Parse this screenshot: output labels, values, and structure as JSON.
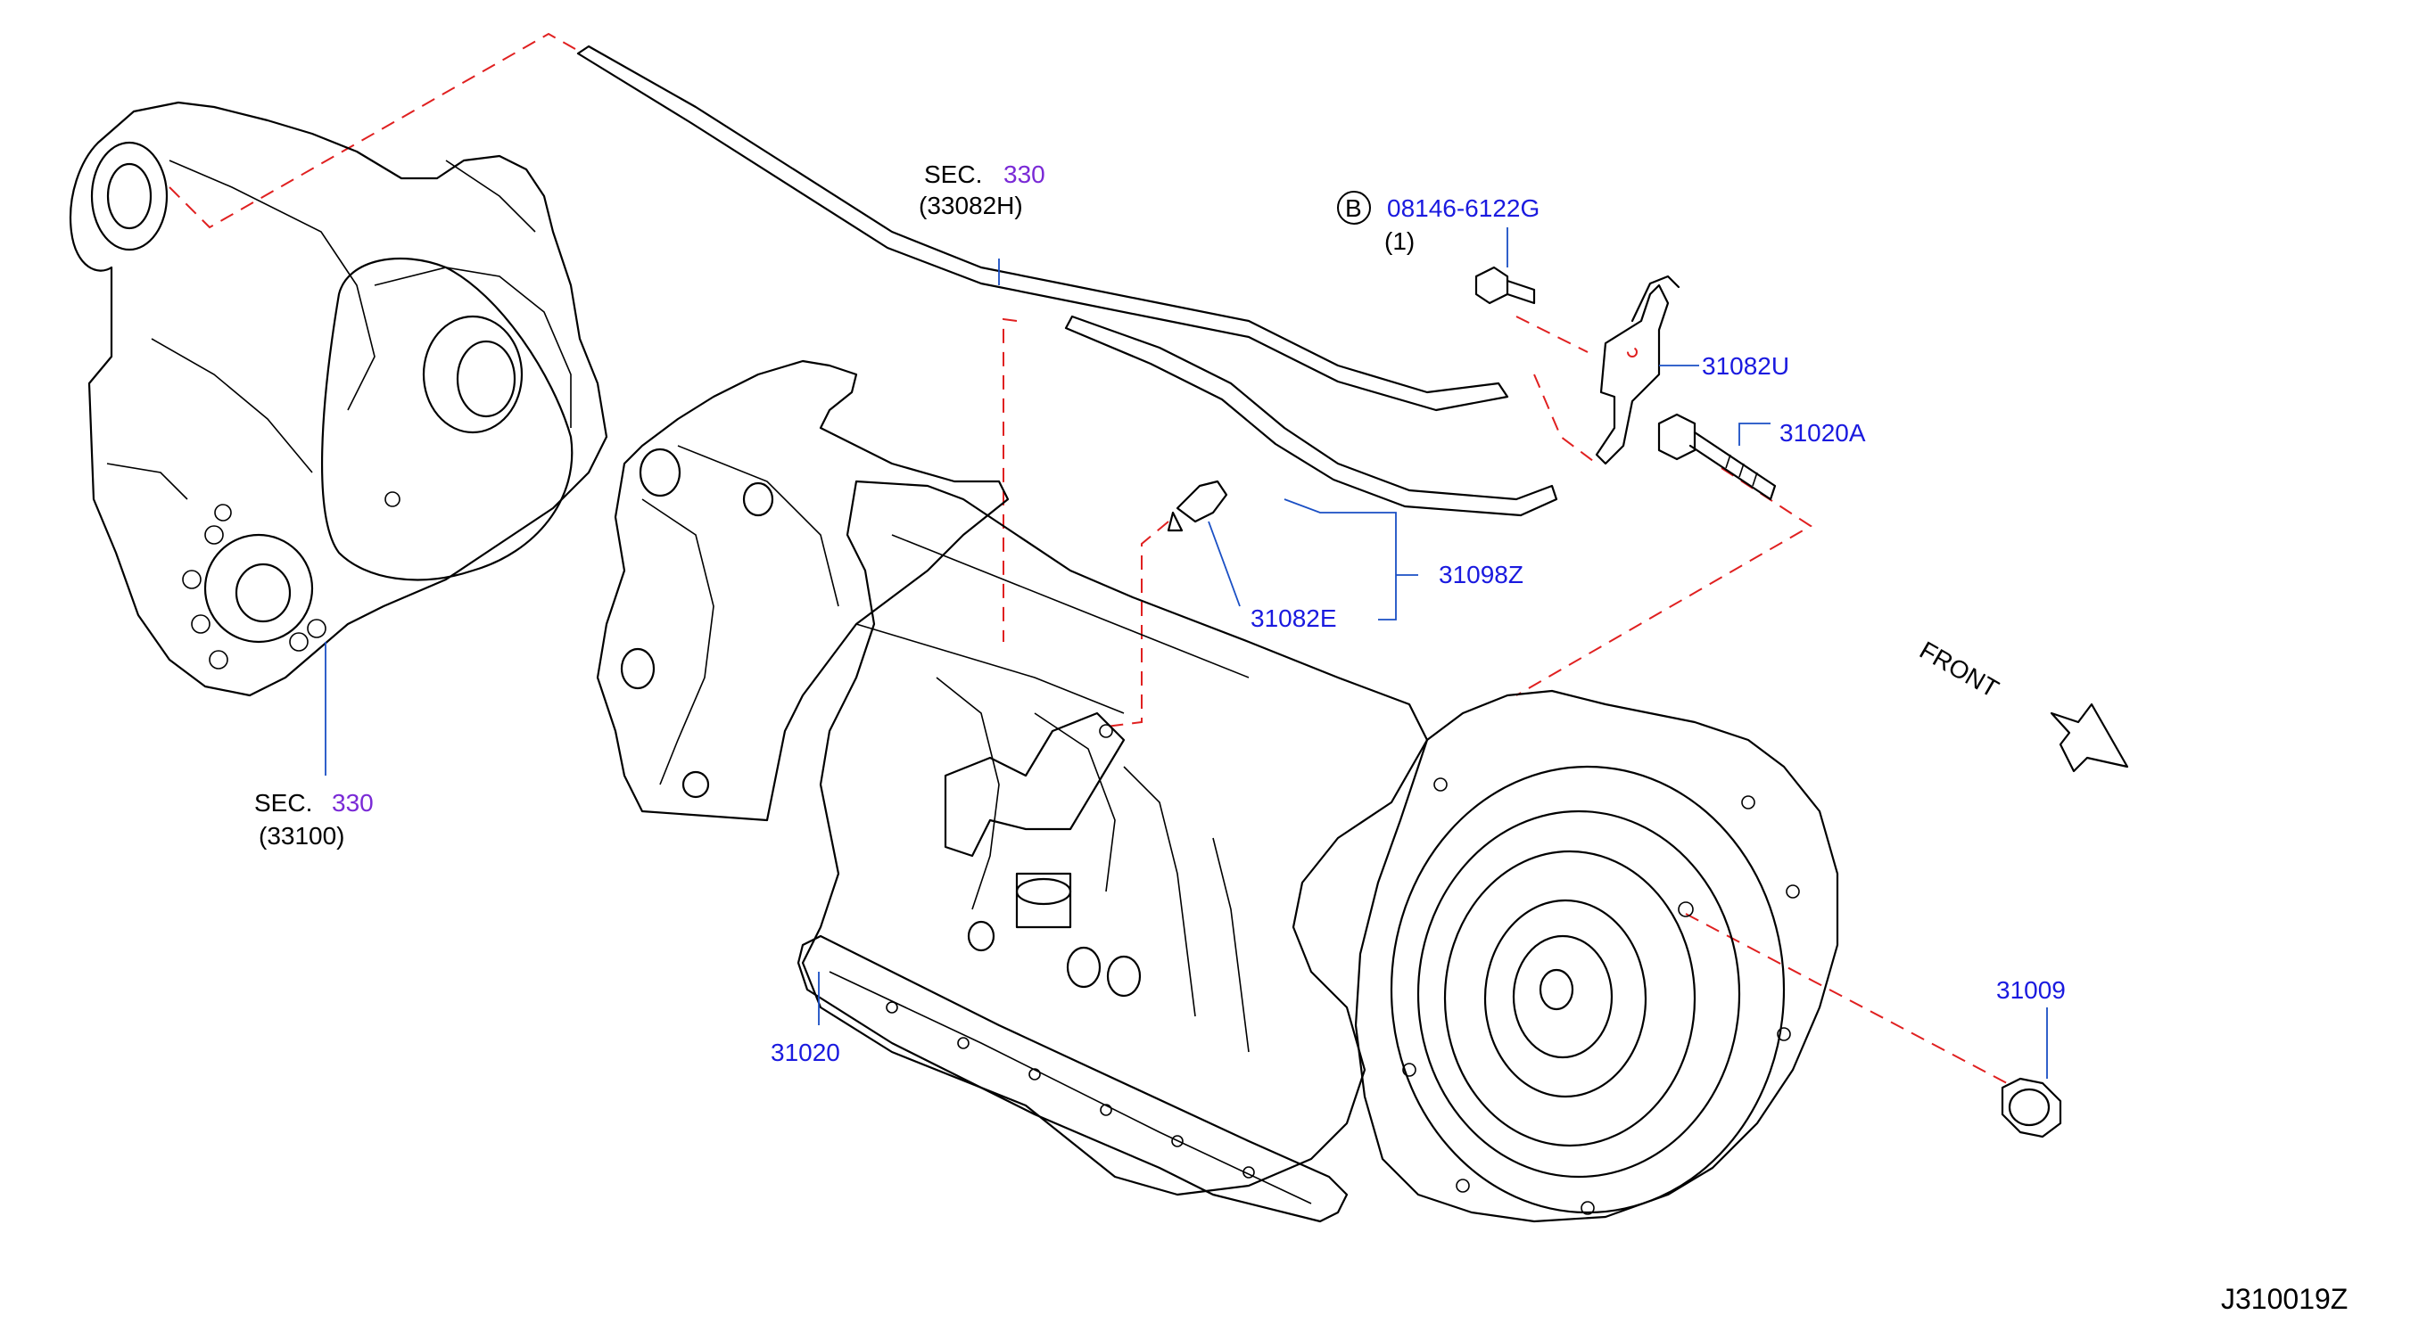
{
  "diagram_code": "J310019Z",
  "front_label": "FRONT",
  "colors": {
    "part_number": "#1a1adf",
    "section_number": "#7a2ad6",
    "dashed_guide": "#e02020",
    "leader": "#1a4fc4",
    "outline": "#000000"
  },
  "labels": {
    "sec_top": {
      "prefix": "SEC.",
      "section": "330",
      "ref": "(33082H)"
    },
    "sec_left": {
      "prefix": "SEC.",
      "section": "330",
      "ref": "(33100)"
    },
    "bolt_circle": "B",
    "bolt_part": "08146-6122G",
    "bolt_qty": "(1)",
    "bracket": "31082U",
    "stud_bolt": "31020A",
    "hose": "31098Z",
    "clip": "31082E",
    "transmission": "31020",
    "drain_plug": "31009"
  }
}
